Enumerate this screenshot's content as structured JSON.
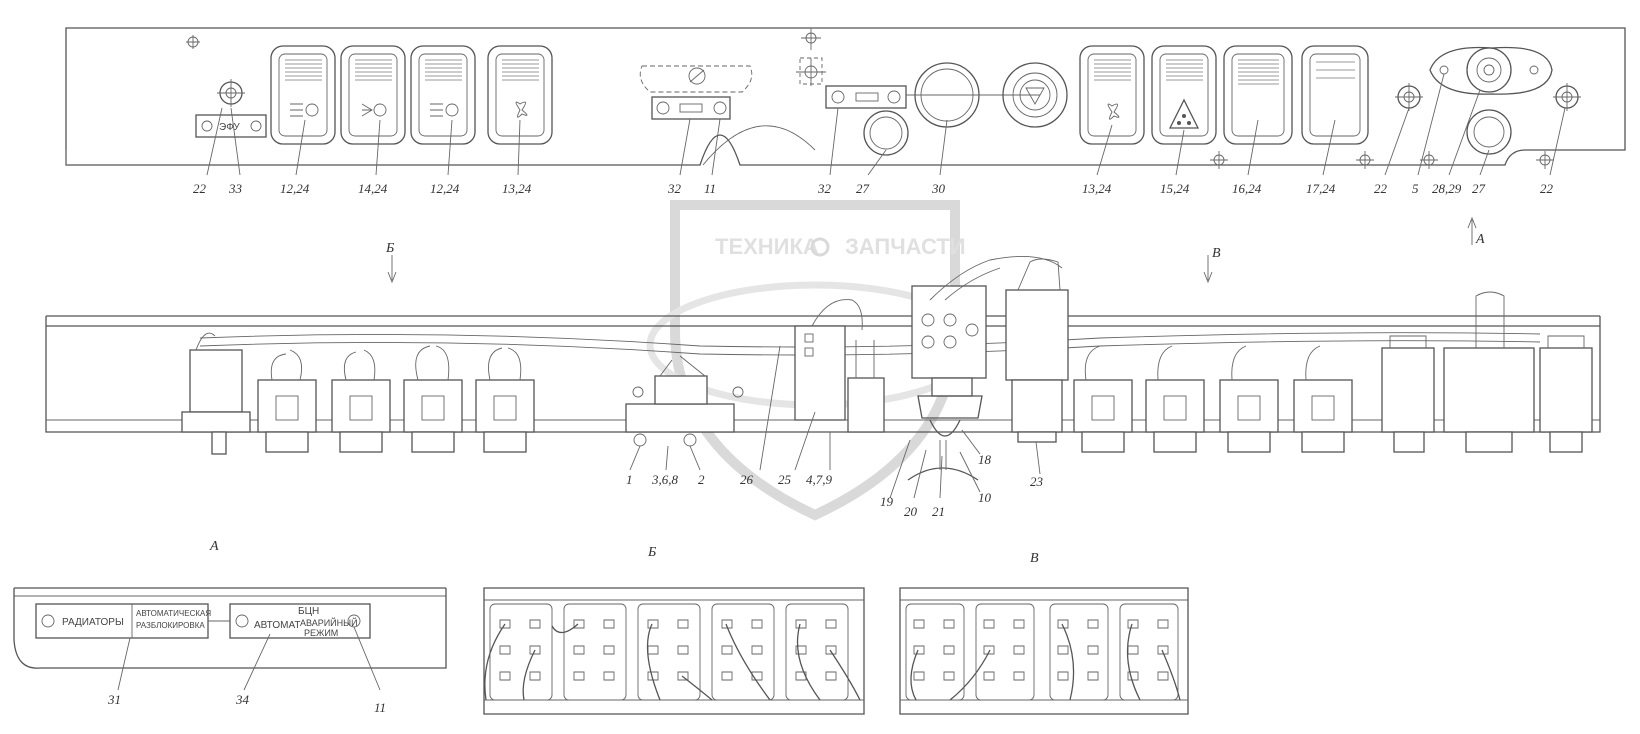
{
  "panel_top": {
    "labels": [
      "22",
      "33",
      "12,24",
      "14,24",
      "12,24",
      "13,24",
      "32",
      "11",
      "32",
      "27",
      "30",
      "13,24",
      "15,24",
      "16,24",
      "17,24",
      "22",
      "5",
      "28,29",
      "27",
      "22"
    ],
    "plate_text": "ЭФУ"
  },
  "view_arrows": {
    "b": "Б",
    "v": "В",
    "a": "А"
  },
  "panel_side": {
    "labels": [
      "1",
      "3,6,8",
      "2",
      "26",
      "25",
      "4,7,9",
      "19",
      "20",
      "21",
      "10",
      "18",
      "23"
    ]
  },
  "section_titles": {
    "a": "А",
    "b": "Б",
    "v": "В"
  },
  "view_a": {
    "plate_1_line_1": "РАДИАТОРЫ",
    "plate_1_line_2": "АВТОМАТИЧЕСКАЯ",
    "plate_1_line_3": "РАЗБЛОКИРОВКА",
    "plate_2_line_1": "АВТОМАТ",
    "plate_2_line_2": "БЦН",
    "plate_2_line_3": "АВАРИЙНЫЙ",
    "plate_2_line_4": "РЕЖИМ",
    "labels": [
      "31",
      "34",
      "11"
    ]
  },
  "watermark": {
    "line_1": "ТЕХНИКА",
    "line_2": "ЗАПЧАСТИ"
  }
}
